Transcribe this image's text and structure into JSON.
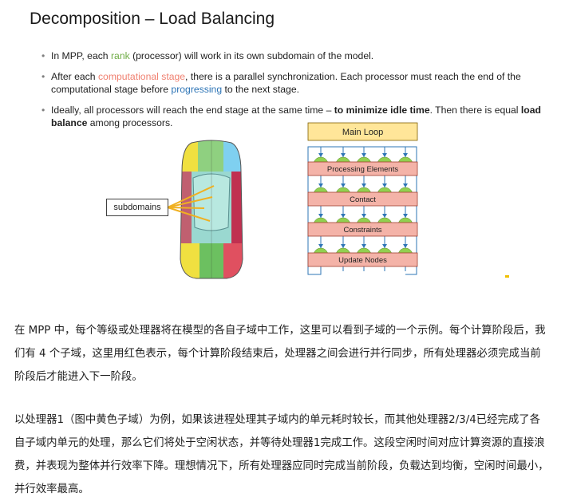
{
  "slide": {
    "title": "Decomposition – Load Balancing",
    "bullet1": {
      "a": "In MPP, each ",
      "rank": "rank",
      "b": " (processor) will work in its own subdomain of the model."
    },
    "bullet2": {
      "a": "After each ",
      "stage": "computational stage",
      "b": ", there is a parallel synchronization. Each processor must reach the end of the computational stage before ",
      "progressing": "progressing",
      "c": " to the next stage."
    },
    "bullet3": {
      "a": "Ideally, all processors will reach the end stage at the same time – ",
      "bold1": "to minimize idle time",
      "b": ". Then there is equal ",
      "bold2": "load balance",
      "c": " among processors."
    },
    "subdomains_label": "subdomains",
    "flow": {
      "main_loop": "Main Loop",
      "stages": [
        "Processing Elements",
        "Contact",
        "Constraints",
        "Update Nodes"
      ]
    }
  },
  "text": {
    "para1": "在 MPP 中，每个等级或处理器将在模型的各自子域中工作，这里可以看到子域的一个示例。每个计算阶段后，我们有 4 个子域，这里用红色表示，每个计算阶段结束后，处理器之间会进行并行同步，所有处理器必须完成当前阶段后才能进入下一阶段。",
    "para2": "以处理器1（图中黄色子域）为例，如果该进程处理其子域内的单元耗时较长，而其他处理器2/3/4已经完成了各自子域内单元的处理，那么它们将处于空闲状态，并等待处理器1完成工作。这段空闲时间对应计算资源的直接浪费，并表现为整体并行效率下降。理想情况下，所有处理器应同时完成当前阶段，负载达到均衡，空闲时间最小，并行效率最高。"
  },
  "colors": {
    "green": "#70ad47",
    "red": "#f08070",
    "blue": "#2e75b6",
    "main_loop_fill": "#ffe699",
    "stage_fill": "#f4b3a8",
    "circle_fill": "#92d050",
    "arrow": "#2e75b6"
  }
}
